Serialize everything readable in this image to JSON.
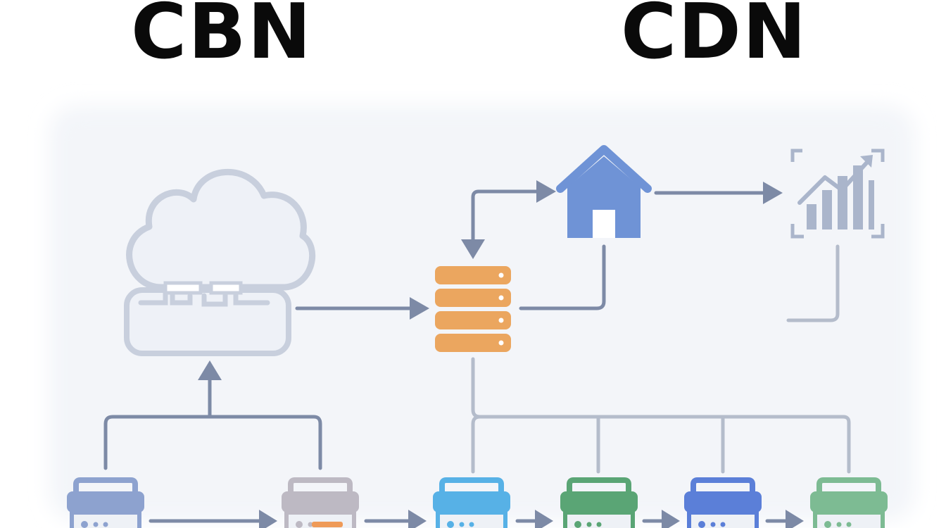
{
  "titles": {
    "left": "CBN",
    "right": "CDN"
  },
  "colors": {
    "background": "#ffffff",
    "panel": "#f3f5f9",
    "title": "#0a0a0a",
    "connector": "#7d8aa6",
    "connector_faint": "#b4bccb",
    "cloud_stroke": "#c8cfdd",
    "cloud_fill": "#eef1f7",
    "origin_server": "#eba65f",
    "home": "#6f93d6",
    "chart_icon": "#aab5cb",
    "edge_nodes": [
      "#8da2cf",
      "#bdb9c3",
      "#57b1e6",
      "#5aa575",
      "#5b7fd8",
      "#7dbb93"
    ],
    "edge_node_accent": "#ef9a58"
  },
  "icons": {
    "cloud": "cloud-icon",
    "origin": "server-stack-icon",
    "home": "house-icon",
    "analytics": "bar-chart-trend-icon",
    "edge": "edge-server-icon"
  },
  "edge_node_count": 6
}
